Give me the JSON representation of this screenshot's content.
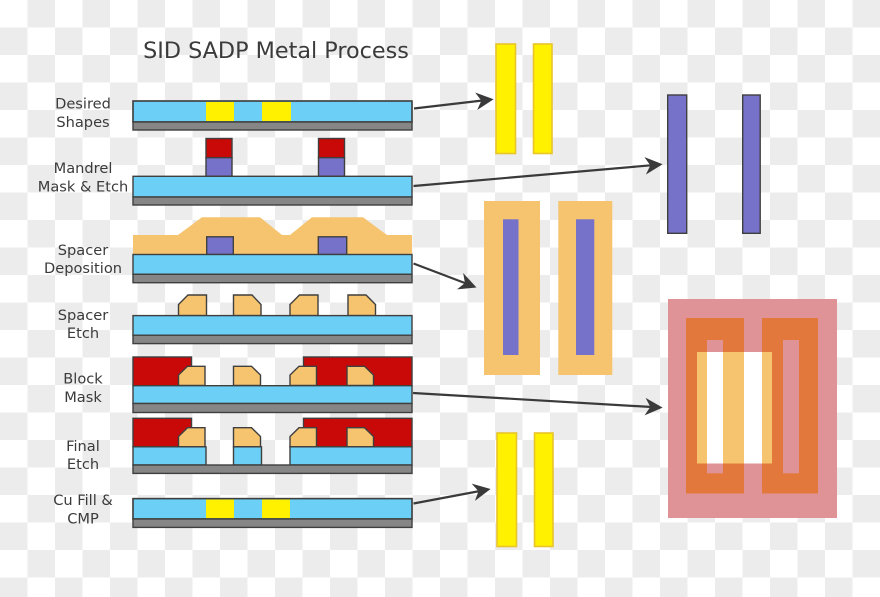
{
  "title": "SID SADP Metal Process",
  "steps": [
    {
      "label_line1": "Desired",
      "label_line2": "Shapes"
    },
    {
      "label_line1": "Mandrel",
      "label_line2": "Mask & Etch"
    },
    {
      "label_line1": "Spacer",
      "label_line2": "Deposition"
    },
    {
      "label_line1": "Spacer",
      "label_line2": "Etch"
    },
    {
      "label_line1": "Block",
      "label_line2": "Mask"
    },
    {
      "label_line1": "Final",
      "label_line2": "Etch"
    },
    {
      "label_line1": "Cu Fill &",
      "label_line2": "CMP"
    }
  ],
  "colors": {
    "blue": "#6CCFF6",
    "substrate": "#868686",
    "outline": "#3F3F3F",
    "yellow": "#FFF100",
    "yellow_border": "#E8C52B",
    "red": "#C90808",
    "purple": "#7772C9",
    "tan": "#F6C46F",
    "pink_mask": "#E09397",
    "orange_masked": "#E2783B",
    "white": "#FFFFFF",
    "arrow": "#3A3A3A",
    "text": "#3B3B3B",
    "checker_light": "#FFFFFF",
    "checker_dark": "#ECECEC"
  }
}
